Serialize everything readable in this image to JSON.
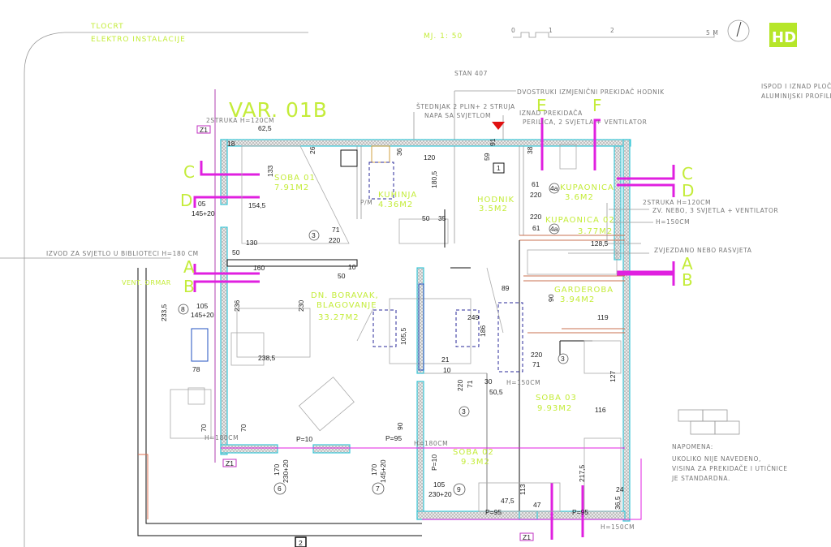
{
  "header": {
    "title": "TLOCRT",
    "subtitle": "ELEKTRO INSTALACIJE",
    "scale_label": "MJ. 1: 50",
    "scale_ticks": [
      "0",
      "1",
      "2",
      "5 M"
    ],
    "logo": "HD",
    "apartment": "STAN 407",
    "variant": "VAR. 01B",
    "top_right_notes": [
      "ISPOD I IZNAD PLOČ",
      "ALUMINIJSKI PROFILI I"
    ]
  },
  "colors": {
    "accent": "#c4ec3a",
    "section": "#e020e0",
    "wall_outline": "#3cc8d8"
  },
  "rooms": [
    {
      "name": "SOBA 01",
      "area": "7.91M2"
    },
    {
      "name": "KUHINJA",
      "area": "4.36M2"
    },
    {
      "name": "HODNIK",
      "area": "3.5M2"
    },
    {
      "name": "KUPAONICA",
      "area": "3.6M2"
    },
    {
      "name": "KUPAONICA 02",
      "area": "3.77M2"
    },
    {
      "name": "GARDEROBA",
      "area": "3.94M2"
    },
    {
      "name": "DN. BORAVAK,",
      "name2": "BLAGOVANJE",
      "area": "33.27M2"
    },
    {
      "name": "SOBA 03",
      "area": "9.93M2"
    },
    {
      "name": "SOBA 02",
      "area": "9.3M2"
    }
  ],
  "annotations": [
    "DVOSTRUKI IZMJENIČNI PREKIDAČ HODNIK",
    "ŠTEDNJAK 2 PLIN+ 2 STRUJA",
    "NAPA SA SVJETLOM",
    "IZNAD PREKIDAČA",
    "PERILICA, 2 SVJETLA + VENTILATOR",
    "2STRUKA H=120CM",
    "2STRUKA H=120CM",
    "ZV. NEBO, 3 SVJETLA + VENTILATOR",
    "H=150CM",
    "ZVJEZDANO NEBO RASVJETA",
    "IZVOD ZA SVJETLO U BIBLIOTECI H=180 CM",
    "VENT. ORMAR",
    "H=180CM",
    "H=180CM",
    "H=150CM",
    "H=150CM",
    "P/M"
  ],
  "sections": [
    "C",
    "D",
    "A",
    "B",
    "C",
    "D",
    "A",
    "B",
    "E",
    "F"
  ],
  "dimensions": [
    "18",
    "62,5",
    "133",
    "154,5",
    "05",
    "145+20",
    "130",
    "50",
    "160",
    "71",
    "220",
    "10",
    "50",
    "236",
    "230",
    "105",
    "145+20",
    "238,5",
    "78",
    "233,5",
    "120",
    "180,5",
    "50",
    "35",
    "26",
    "36",
    "59",
    "91",
    "38",
    "61",
    "220",
    "220",
    "61",
    "128,5",
    "89",
    "90",
    "119",
    "249",
    "105,5",
    "186",
    "220",
    "71",
    "21",
    "10",
    "220",
    "71",
    "30",
    "50,5",
    "127",
    "116",
    "P=10",
    "P=95",
    "70",
    "70",
    "170",
    "230+20",
    "170",
    "145+20",
    "105",
    "230+20",
    "P=10",
    "217,5",
    "24",
    "36,5",
    "47,5",
    "47",
    "113",
    "P=95",
    "P=95",
    "90"
  ],
  "door_tags": [
    "3",
    "8",
    "4a",
    "4a",
    "3",
    "3",
    "6",
    "7",
    "9"
  ],
  "misc_tags": [
    "1",
    "2",
    "Z1",
    "Z1",
    "Z1"
  ],
  "note": {
    "heading": "NAPOMENA:",
    "lines": [
      "UKOLIKO NIJE NAVEDENO,",
      "VISINA ZA PREKIDAČE I UTIČNICE",
      "JE STANDARDNA."
    ]
  }
}
